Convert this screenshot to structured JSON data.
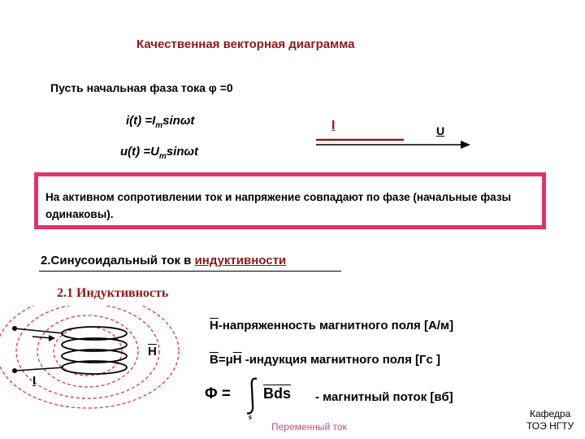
{
  "title": "Качественная векторная диаграмма",
  "phase_text": "Пусть начальная фаза тока φ =0",
  "eq_current": {
    "lhs": "i(t) =I",
    "sub": "m",
    "rhs": "sinωt"
  },
  "eq_voltage": {
    "lhs": "u(t) =U",
    "sub": "m",
    "rhs": "sinωt"
  },
  "vector_labels": {
    "current": "I",
    "voltage": "U"
  },
  "box_text": {
    "part1": "На активном ",
    "emph": "сопротивлении",
    "part2": " ток и напряжение совпадают по фазе (начальные фазы одинаковы)."
  },
  "section2": {
    "prefix": "2.Синусоидальный ток в ",
    "link": "индуктивности"
  },
  "section21": "2.1 Индуктивность",
  "coil_labels": {
    "H": "H",
    "I": "I"
  },
  "defs": {
    "H": {
      "sym": "H",
      "text": "-напряженность магнитного поля [А/м]"
    },
    "B": {
      "sym1": "B",
      "mid": "=μ",
      "sym2": "H",
      "text": " -индукция магнитного поля  [Гс ]"
    },
    "flux": {
      "lhs": "Φ  =",
      "integrand": "Bds",
      "lower": "s",
      "text": "- магнитный поток [вб]"
    }
  },
  "footer_left": "Переменный ток",
  "footer_right": {
    "line1": "Кафедра",
    "line2": "ТОЭ НГТУ"
  },
  "colors": {
    "accent": "#8b1a1a",
    "box_border": "#e0336e",
    "field_lines": "#d9363e"
  }
}
